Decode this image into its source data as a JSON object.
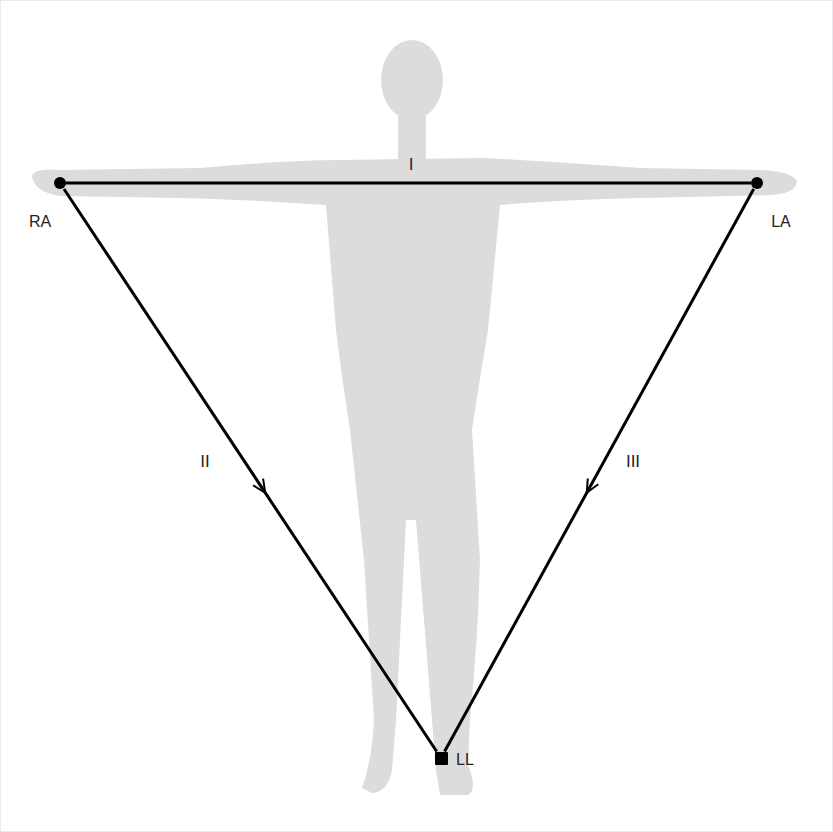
{
  "diagram": {
    "nodes": [
      {
        "text": [
          "RA"
        ]
      },
      {
        "text": [
          "LA"
        ]
      },
      {
        "text": [
          "LL"
        ]
      }
    ],
    "edges": [
      {
        "from": 0,
        "to": 1,
        "arrow": "none",
        "label": "I"
      },
      {
        "from": 0,
        "to": 2,
        "arrow": "to",
        "label": "II"
      },
      {
        "from": 1,
        "to": 2,
        "arrow": "to",
        "label": "III"
      }
    ]
  }
}
